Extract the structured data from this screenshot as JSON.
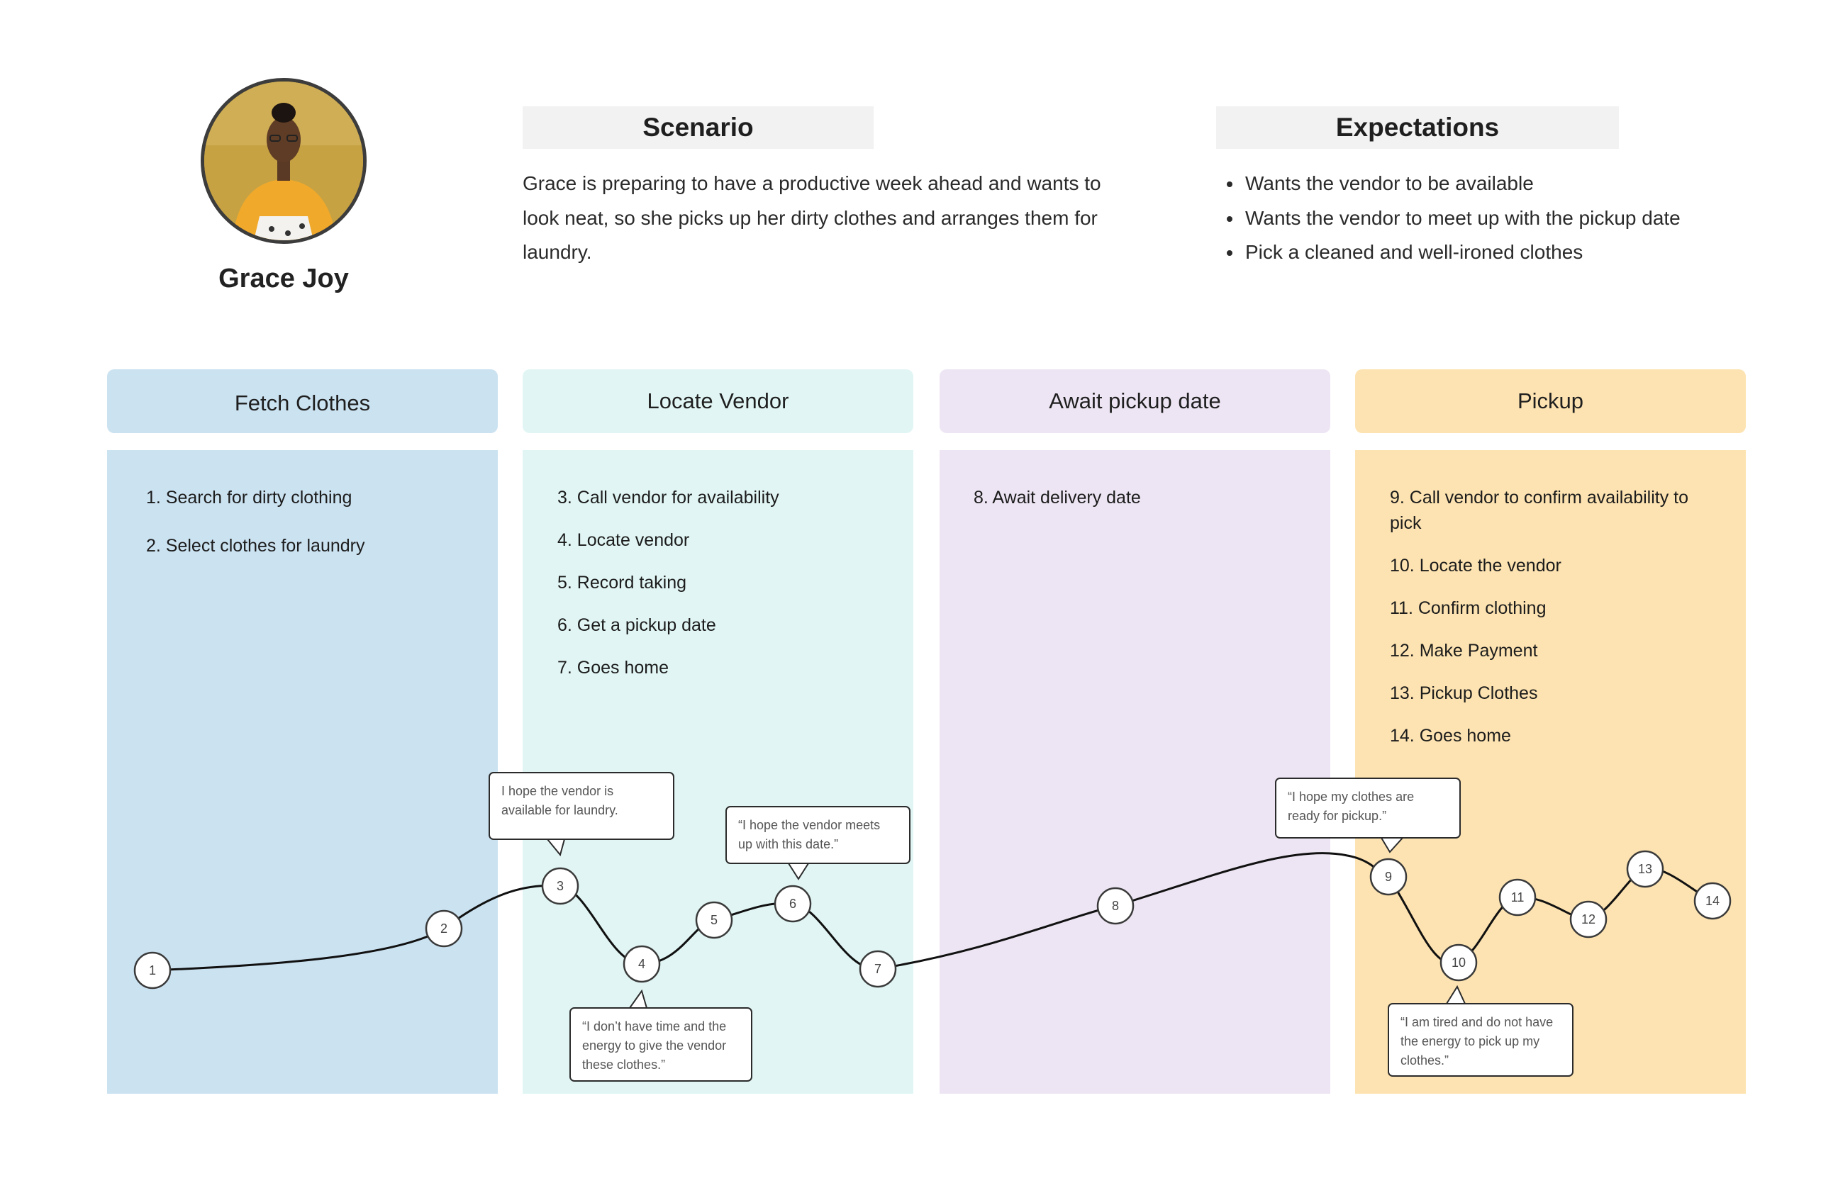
{
  "persona": {
    "name": "Grace Joy",
    "photo": "portrait-photo"
  },
  "scenario": {
    "title": "Scenario",
    "text": "Grace is preparing to have a productive week ahead and wants to look neat, so she picks up her dirty clothes and arranges them for laundry."
  },
  "expectations": {
    "title": "Expectations",
    "items": [
      "Wants the vendor to be available",
      "Wants the vendor to meet up with the pickup date",
      "Pick a cleaned and well-ironed clothes"
    ]
  },
  "stages": [
    {
      "title": "Fetch Clothes",
      "head_color": "#cbe2f1",
      "body_color": "#cbe2f1",
      "steps": [
        "1.  Search for dirty clothing",
        "2.  Select clothes for laundry"
      ]
    },
    {
      "title": "Locate Vendor",
      "head_color": "#e1f6f4",
      "body_color": "#e1f6f4",
      "steps": [
        "3. Call vendor for availability",
        "4. Locate vendor",
        "5. Record taking",
        "6. Get a pickup date",
        "7. Goes home"
      ]
    },
    {
      "title": "Await pickup date",
      "head_color": "#ede5f3",
      "body_color": "#ede5f3",
      "steps": [
        "8. Await delivery date"
      ]
    },
    {
      "title": "Pickup",
      "head_color": "#fde3b1",
      "body_color": "#fde3b1",
      "steps": [
        "9. Call vendor to confirm availability to pick",
        "10. Locate the vendor",
        "11. Confirm clothing",
        "12. Make Payment",
        "13. Pickup Clothes",
        "14. Goes home"
      ]
    }
  ],
  "journey_points": [
    "1",
    "2",
    "3",
    "4",
    "5",
    "6",
    "7",
    "8",
    "9",
    "10",
    "11",
    "12",
    "13",
    "14"
  ],
  "quotes": [
    "I hope the vendor is available for laundry.",
    "“I don’t have time and the energy to give the vendor these clothes.”",
    "“I hope the vendor meets up with this date.”",
    "“I hope my clothes are ready for pickup.”",
    "“I am tired and do not have the energy to pick up my clothes.”"
  ],
  "colors": {
    "line": "#111111",
    "node_border": "#3a3a3a",
    "heading_bg": "#f2f2f2"
  }
}
